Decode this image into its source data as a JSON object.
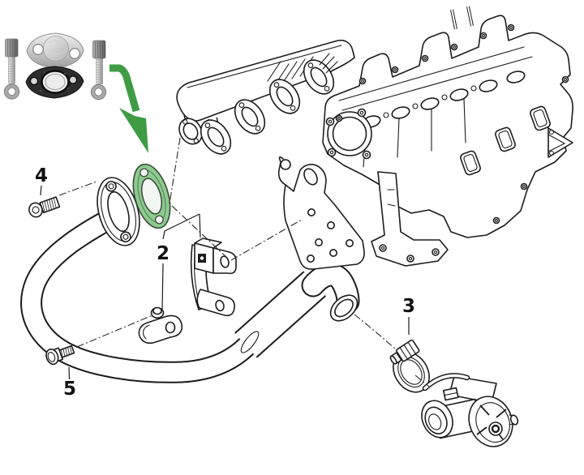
{
  "diagram": {
    "background_color": "#ffffff",
    "line_color": "#1c1c1c"
  },
  "highlight": {
    "arrow_color": "#3f9c45",
    "gasket_fill": "#8ccb8e",
    "gasket_stroke": "#3c4a3c",
    "gasket_hole_fill": "#f2f7f2"
  },
  "callouts": {
    "pipe_assembly": "2",
    "hose_clamp": "3",
    "flange_bolt": "4",
    "pipe_bolt": "5"
  }
}
